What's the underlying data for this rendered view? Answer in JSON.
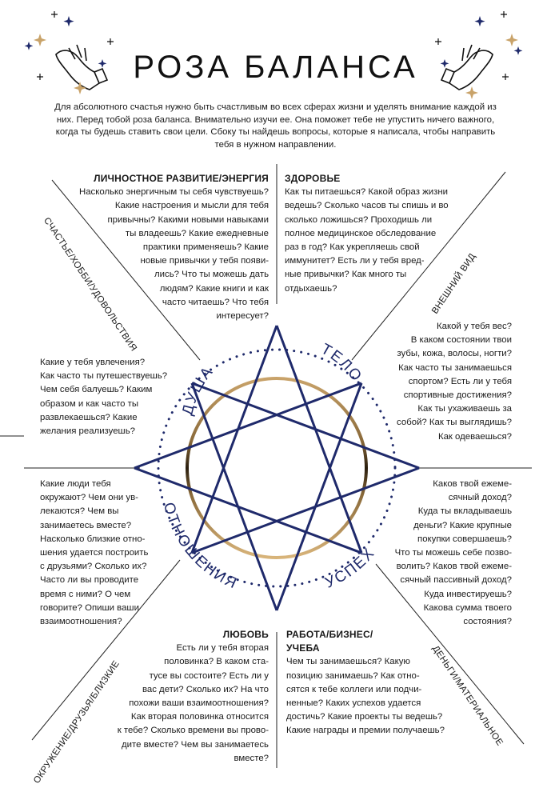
{
  "title": "РОЗА БАЛАНСА",
  "intro": "Для абсолютного счастья нужно быть счастливым во всех сферах жизни и уделять внимание каждой из них. Перед тобой роза баланса. Внимательно изучи ее. Она поможет тебе не упустить ничего важного, когда ты будешь ставить свои цели. Сбоку ты найдешь вопросы, которые я написала, чтобы направить тебя в нужном направлении.",
  "sections": {
    "personal": {
      "heading": "ЛИЧНОСТНОЕ РАЗВИТИЕ/ЭНЕРГИЯ",
      "lines": [
        "Насколько энергичным ты себя чувствуешь?",
        "Какие настроения и мысли для тебя",
        "привычны? Какими новыми навыками",
        "ты владеешь? Какие ежедневные",
        "практики применяешь? Какие",
        "новые привычки у тебя появи-",
        "лись? Что ты можешь дать",
        "людям? Какие книги и как",
        "часто читаешь? Что тебя",
        "интересует?"
      ]
    },
    "health": {
      "heading": "ЗДОРОВЬЕ",
      "lines": [
        "Как ты питаешься? Какой образ жизни",
        "ведешь? Сколько часов ты спишь и во",
        "сколько ложишься? Проходишь ли",
        "полное медицинское обследование",
        "раз в год? Как укрепляешь свой",
        "иммунитет? Есть ли у тебя вред-",
        "ные привычки? Как много ты",
        "отдыхаешь?"
      ]
    },
    "appearance": {
      "lines": [
        "Какой у тебя вес?",
        "В каком состоянии твои",
        "зубы, кожа, волосы, ногти?",
        "Как часто ты занимаешься",
        "спортом? Есть ли у тебя",
        "спортивные достижения?",
        "Как ты ухаживаешь за",
        "собой? Как ты выглядишь?",
        "Как одеваешься?"
      ]
    },
    "hobby": {
      "lines": [
        "Какие у тебя увлечения?",
        "Как часто ты путешествуешь?",
        "Чем себя балуешь? Каким",
        "образом и как часто ты",
        "развлекаешься? Какие",
        "желания реализуешь?"
      ]
    },
    "relations": {
      "lines": [
        "Какие люди тебя",
        "окружают? Чем они ув-",
        "лекаются? Чем вы",
        "занимаетесь вместе?",
        "Насколько близкие отно-",
        "шения удается построить",
        "с друзьями? Сколько их?",
        "Часто ли вы проводите",
        "время с ними? О чем",
        "говорите? Опиши ваши",
        "взаимоотношения?"
      ]
    },
    "money": {
      "lines": [
        "Каков твой ежеме-",
        "сячный доход?",
        "Куда ты вкладываешь",
        "деньги? Какие крупные",
        "покупки совершаешь?",
        "Что ты можешь себе позво-",
        "волить? Каков твой ежеме-",
        "сячный пассивный доход?",
        "Куда инвестируешь?",
        "Какова сумма твоего",
        "состояния?"
      ]
    },
    "love": {
      "heading": "ЛЮБОВЬ",
      "lines": [
        "Есть ли у тебя вторая",
        "половинка? В каком ста-",
        "тусе вы состоите? Есть ли у",
        "вас дети? Сколько их? На что",
        "похожи ваши взаимоотношения?",
        "Как вторая половинка относится",
        "к тебе? Сколько времени вы прово-",
        "дите вместе? Чем вы занимаетесь",
        "вместе?"
      ]
    },
    "work": {
      "heading": "РАБОТА/БИЗНЕС/",
      "heading2": "УЧЕБА",
      "lines": [
        "Чем ты занимаешься? Какую",
        "позицию занимаешь? Как отно-",
        "сятся к тебе коллеги или подчи-",
        "ненные? Каких успехов удается",
        "достичь? Какие проекты ты ведешь?",
        "Какие награды и премии получаешь?"
      ]
    }
  },
  "side_labels": {
    "hobby": "СЧАСТЬЕ/ХОББИ/УДОВОЛЬСТВИЯ",
    "appearance": "ВНЕШНИЙ ВИД",
    "relations": "ОКРУЖЕНИЕ/ДРУЗЬЯ/БЛИЗКИЕ",
    "money": "ДЕНЬГИ/МАТЕРИАЛЬНОЕ"
  },
  "ring_labels": {
    "soul": "ДУША",
    "body": "ТЕЛО",
    "relations": "ОТНОШЕНИЯ",
    "success": "УСПЕХ"
  },
  "colors": {
    "star": "#1f2a6b",
    "ring_gold": "#c9a36a",
    "ring_dark": "#3a2a14",
    "dots": "#1f2a6b",
    "ring_text": "#1f2a6b"
  }
}
